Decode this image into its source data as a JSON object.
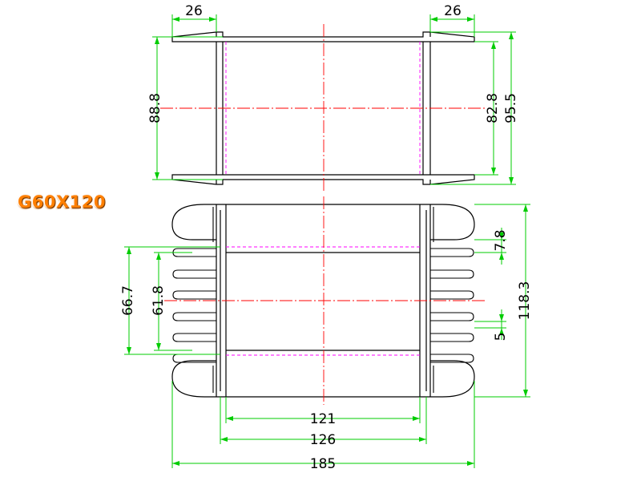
{
  "title": "G60X120",
  "dimensions": {
    "top_left_flange_width": "26",
    "top_right_flange_width": "26",
    "top_outer_height": "88.8",
    "top_inner_height": "82.8",
    "top_overall_height": "95.5",
    "front_left_outer_height": "66.7",
    "front_left_inner_height": "61.8",
    "front_fin_gap": "7.8",
    "front_fin_thickness": "5",
    "front_overall_height": "118.3",
    "front_inner_width": "121",
    "front_core_width": "126",
    "front_overall_width": "185"
  },
  "colors": {
    "outline": "#000000",
    "dimension": "#00cc00",
    "centerline": "#ff0000",
    "hidden": "#ff00ff",
    "title": "#ff7f00"
  }
}
